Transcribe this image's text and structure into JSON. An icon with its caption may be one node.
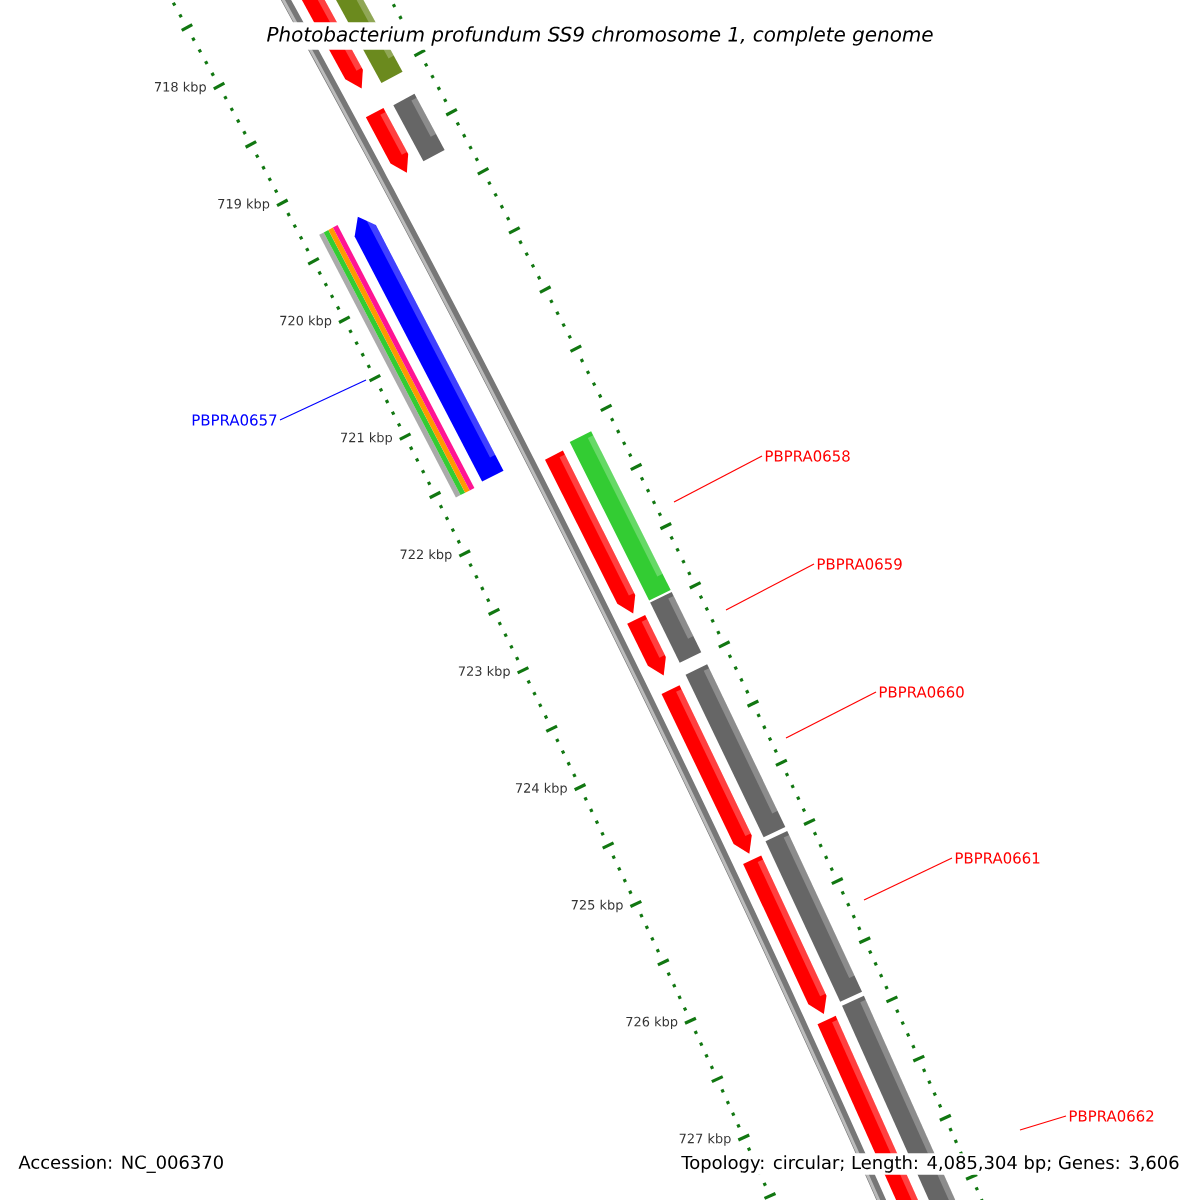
{
  "diagram": {
    "title": "Photobacterium profundum SS9 chromosome 1, complete genome",
    "nodes": [
      {
        "text": [
          "PBPRA0657"
        ]
      },
      {
        "text": [
          "PBPRA0658"
        ]
      },
      {
        "text": [
          "PBPRA0659"
        ]
      },
      {
        "text": [
          "PBPRA0660"
        ]
      },
      {
        "text": [
          "PBPRA0661"
        ]
      },
      {
        "text": [
          "PBPRA0662"
        ]
      }
    ],
    "edges": [
      {
        "from": 0,
        "to": null,
        "arrow": "none",
        "color": "#0000ff"
      },
      {
        "from": 1,
        "to": null,
        "arrow": "none"
      },
      {
        "from": 2,
        "to": null,
        "arrow": "none"
      },
      {
        "from": 3,
        "to": null,
        "arrow": "none"
      },
      {
        "from": 4,
        "to": null,
        "arrow": "none"
      },
      {
        "from": 5,
        "to": null,
        "arrow": "none"
      }
    ],
    "labels": [
      "718 kbp",
      "719 kbp",
      "720 kbp",
      "721 kbp",
      "722 kbp",
      "723 kbp",
      "724 kbp",
      "725 kbp",
      "726 kbp",
      "727 kbp",
      "Accession: NC_006370",
      "Topology: circular; Length: 4,085,304 bp; Genes: 3,606"
    ]
  }
}
